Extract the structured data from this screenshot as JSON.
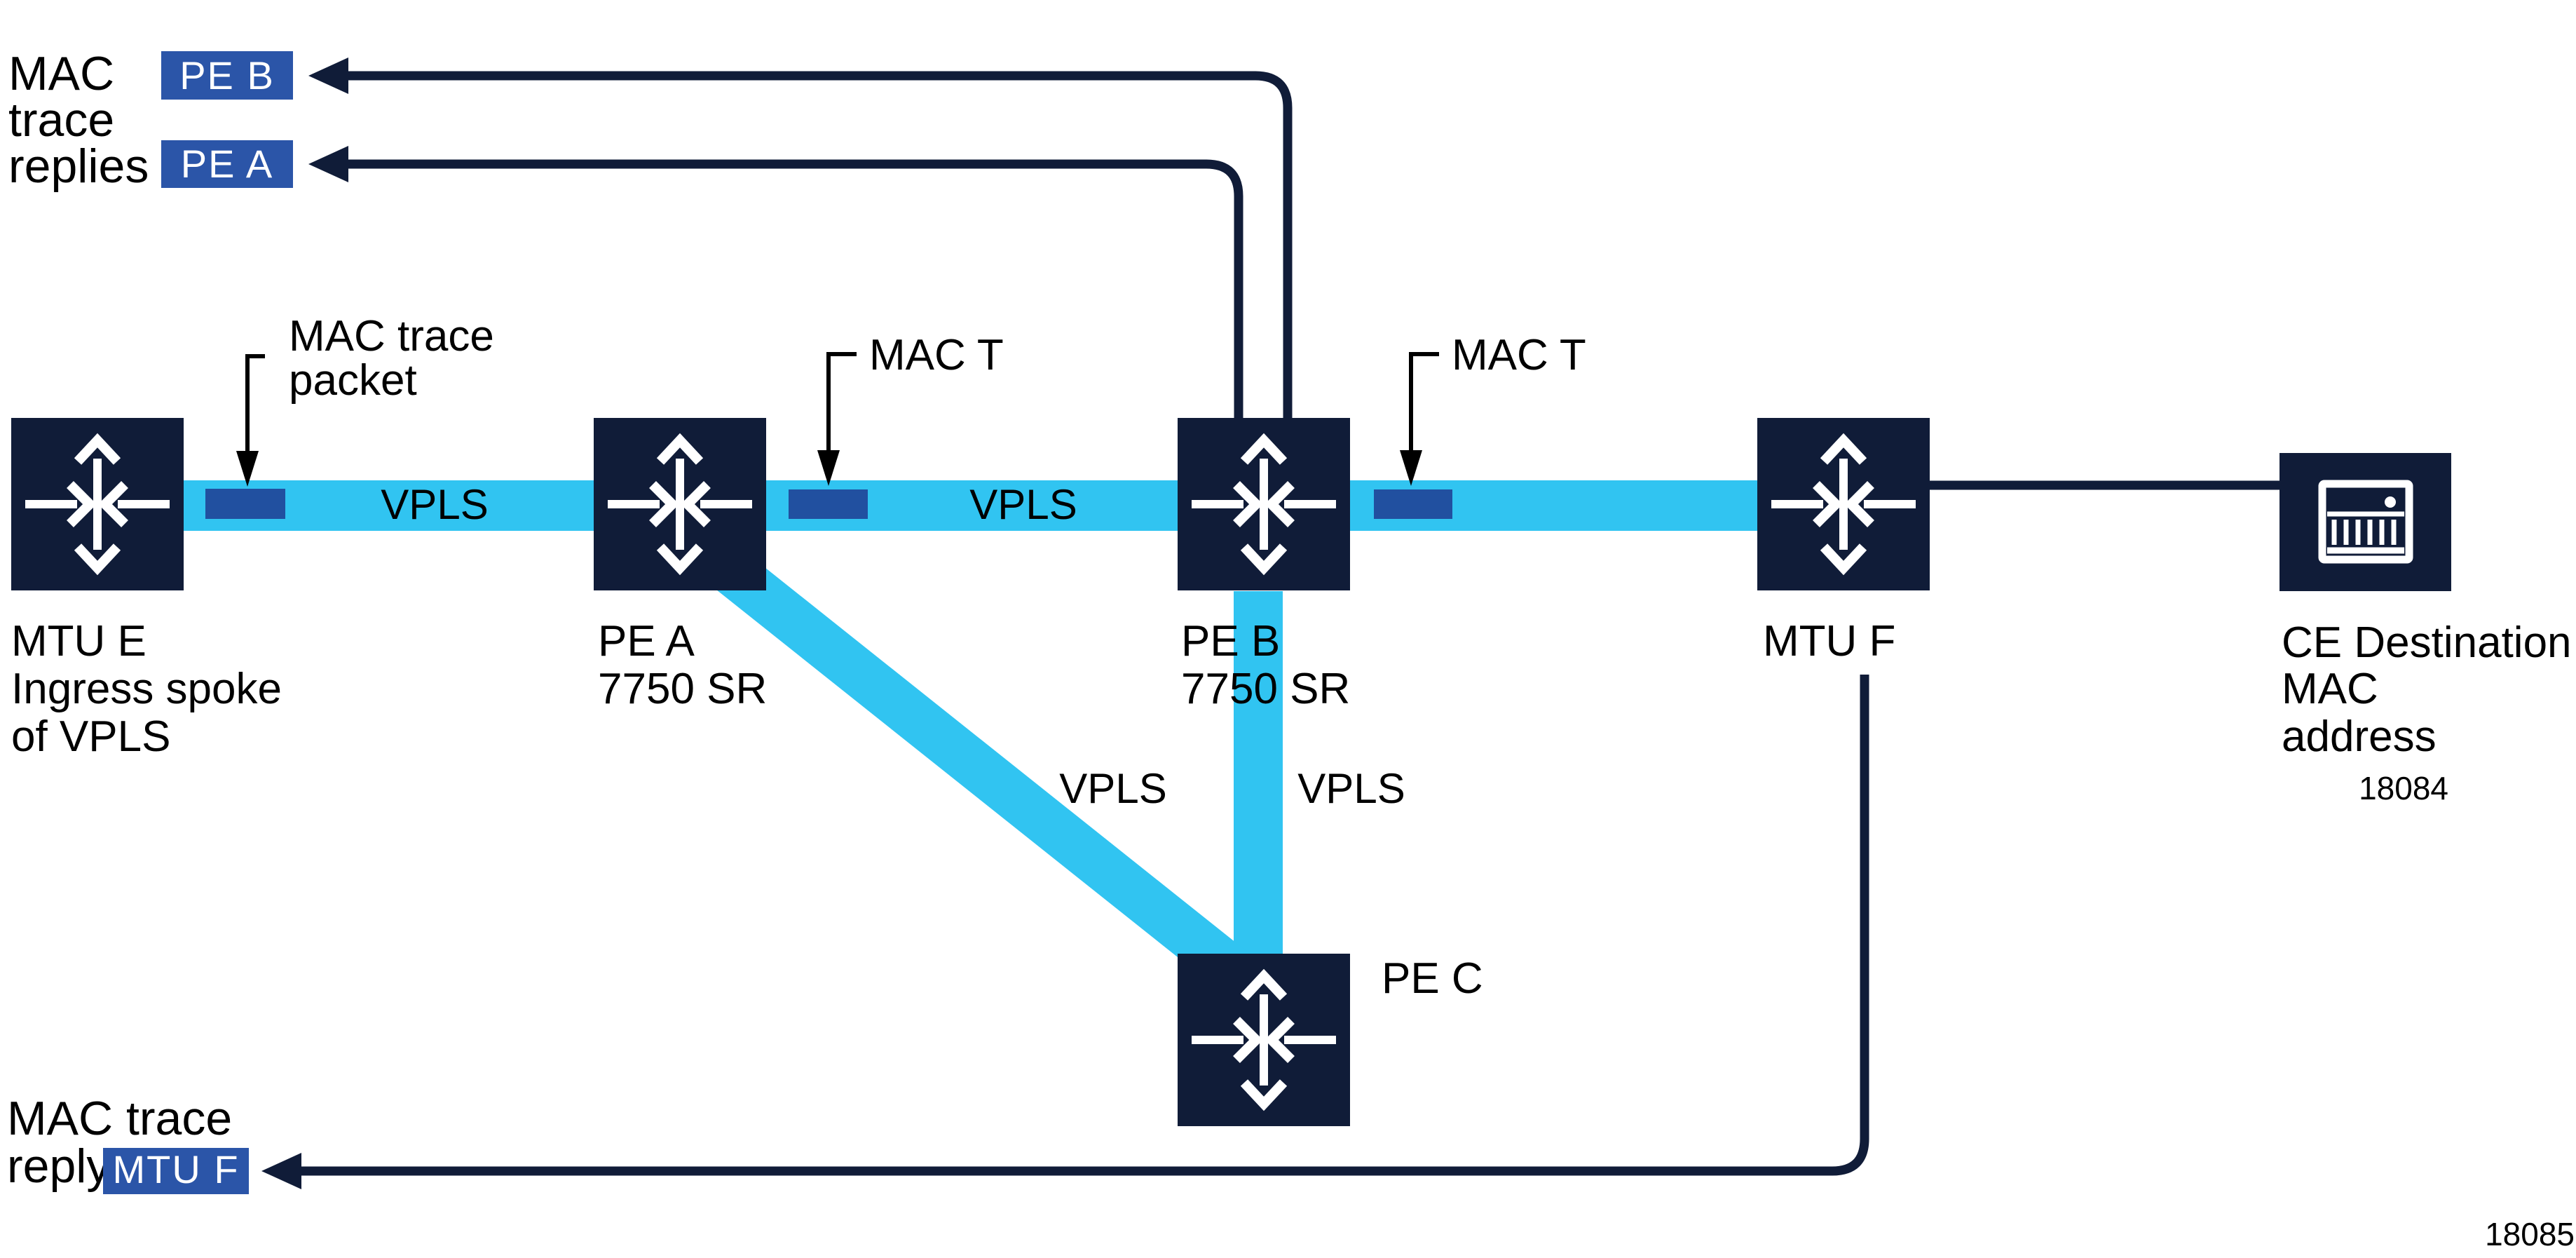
{
  "colors": {
    "navy": "#101C38",
    "link_blue": "#31C4F1",
    "packet_blue": "#2150A0",
    "tag_blue": "#2B55A8",
    "text_black": "#000000",
    "white": "#FFFFFF"
  },
  "reply_block": {
    "heading_lines": [
      "MAC",
      "trace",
      "replies"
    ],
    "tags": [
      {
        "label": "PE B"
      },
      {
        "label": "PE A"
      }
    ]
  },
  "pointers": {
    "packet_label": {
      "lines": [
        "MAC trace",
        "packet"
      ]
    },
    "mac_t_left": {
      "label": "MAC T"
    },
    "mac_t_right": {
      "label": "MAC T"
    }
  },
  "links": {
    "vpls_labels": [
      "VPLS",
      "VPLS",
      "VPLS",
      "VPLS"
    ]
  },
  "nodes": {
    "mtu_e": {
      "lines": [
        "MTU E",
        "Ingress spoke",
        "of VPLS"
      ]
    },
    "pe_a": {
      "lines": [
        "PE A",
        "7750 SR"
      ]
    },
    "pe_b": {
      "lines": [
        "PE B",
        "7750 SR"
      ]
    },
    "mtu_f": {
      "lines": [
        "MTU F"
      ]
    },
    "pe_c": {
      "lines": [
        "PE C"
      ]
    },
    "ce": {
      "lines": [
        "CE Destination",
        "MAC",
        "address"
      ],
      "figure_id": "18084"
    }
  },
  "bottom_reply": {
    "heading_lines": [
      "MAC trace",
      "reply"
    ],
    "tag": {
      "label": "MTU F"
    }
  },
  "figure_number": "18085"
}
